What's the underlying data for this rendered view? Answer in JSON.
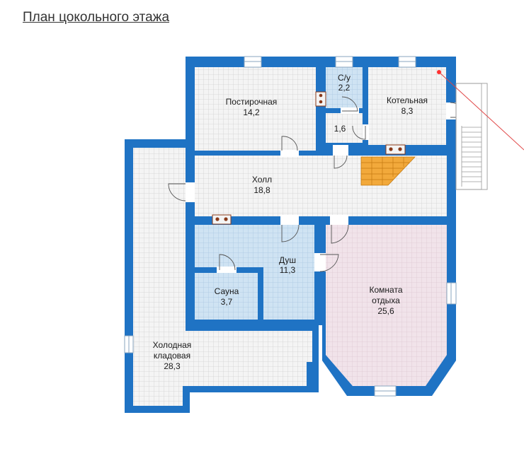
{
  "page_title": "План цокольного этажа",
  "colors": {
    "wall": "#1f73c4",
    "room_plain": "#f4f4f4",
    "room_wet": "#cfe3f3",
    "room_lounge": "#f1e3ea",
    "stairs": "#f2a93b",
    "grid_line": "#d2d2d2",
    "stove": "#8a3a1a"
  },
  "rooms": {
    "laundry": {
      "name": "Постирочная",
      "area": "14,2"
    },
    "wc": {
      "name": "С/у",
      "area": "2,2"
    },
    "boiler": {
      "name": "Котельная",
      "area": "8,3"
    },
    "small": {
      "name": "",
      "area": "1,6"
    },
    "hall": {
      "name": "Холл",
      "area": "18,8"
    },
    "shower": {
      "name": "Душ",
      "area": "11,3"
    },
    "sauna": {
      "name": "Сауна",
      "area": "3,7"
    },
    "lounge": {
      "name": "Комната отдыха",
      "name_line1": "Комната",
      "name_line2": "отдыха",
      "area": "25,6"
    },
    "storage": {
      "name": "Холодная кладовая",
      "name_line1": "Холодная",
      "name_line2": "кладовая",
      "area": "28,3"
    }
  }
}
